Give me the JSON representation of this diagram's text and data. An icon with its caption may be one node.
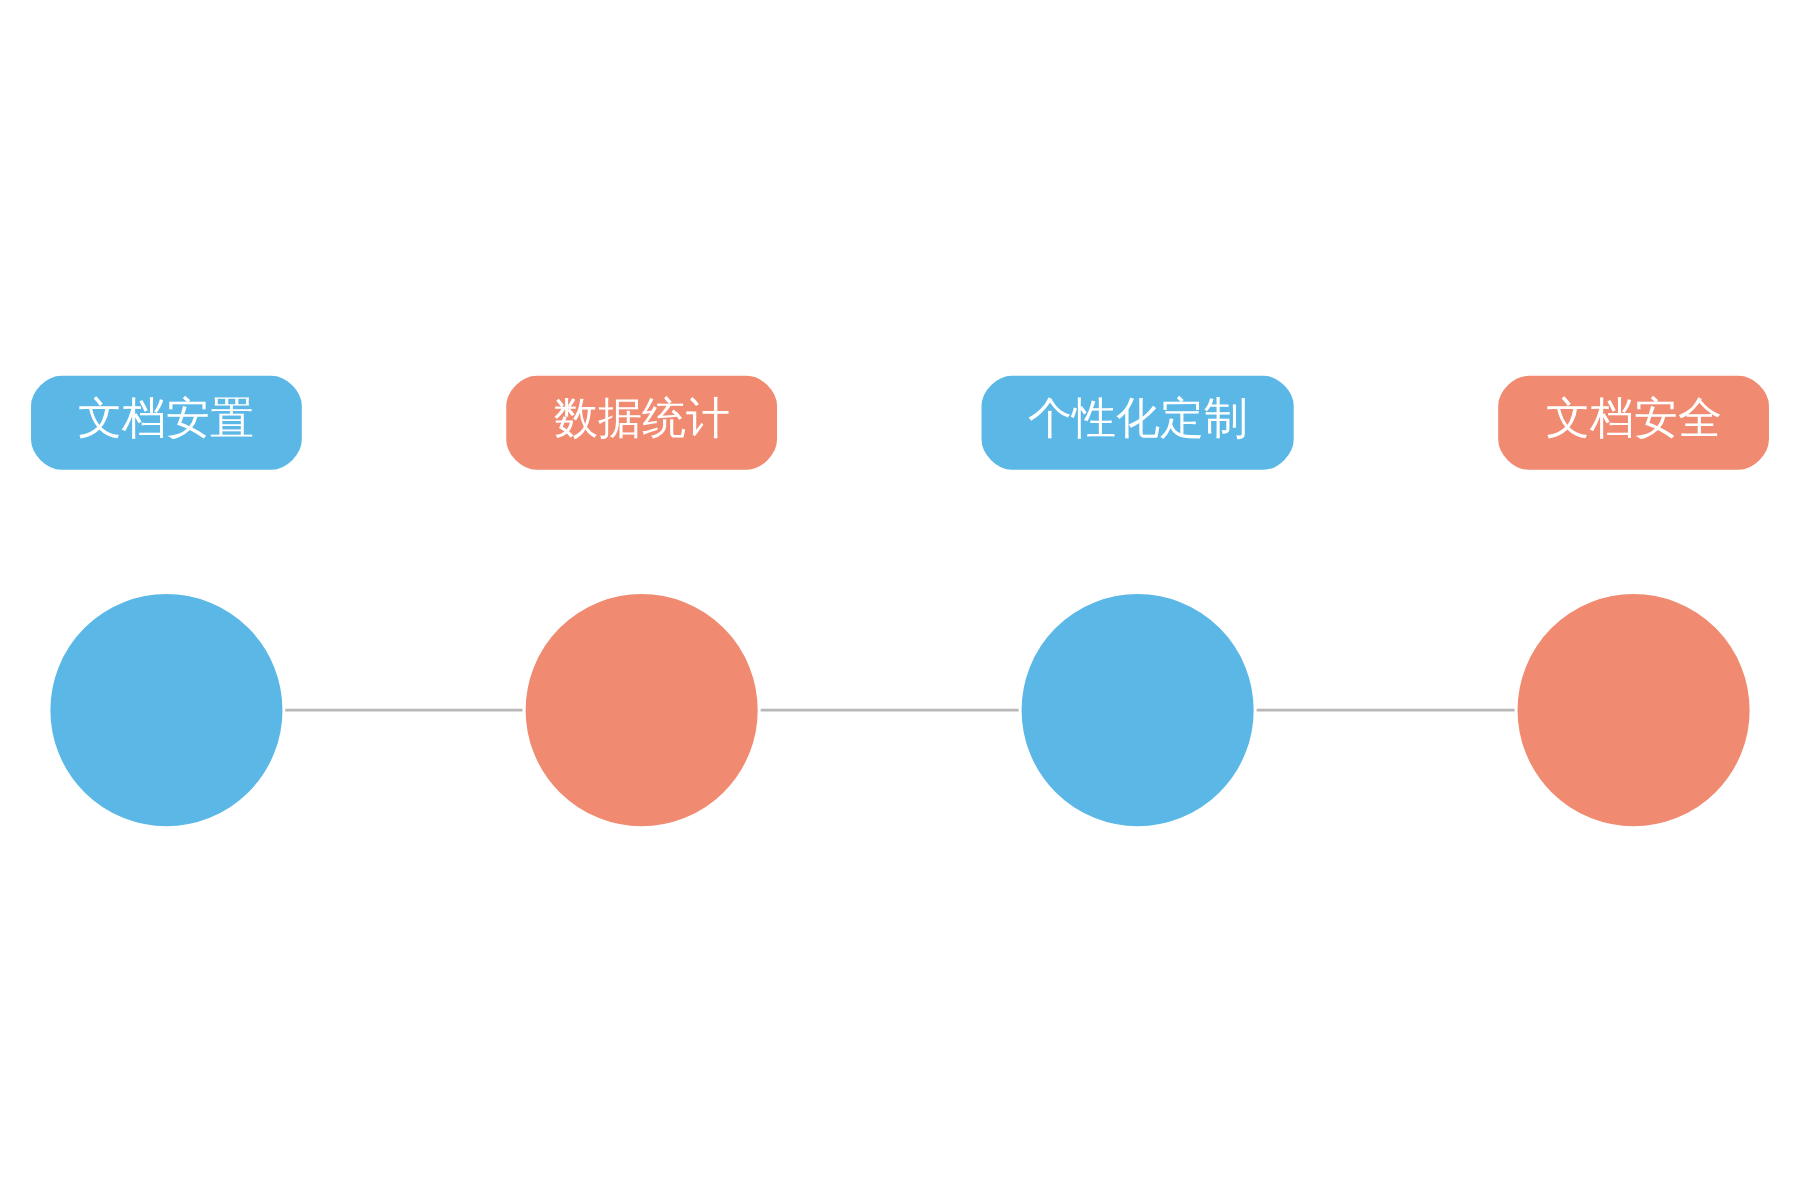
{
  "diagram": {
    "nodes": [
      {
        "text": [],
        "shape": "circle"
      },
      {
        "text": [],
        "shape": "circle"
      },
      {
        "text": [],
        "shape": "circle"
      },
      {
        "text": [],
        "shape": "circle"
      },
      {
        "text": [
          "数据统计"
        ]
      },
      {
        "text": [
          "文档安全"
        ]
      },
      {
        "text": [
          "文档安置"
        ]
      },
      {
        "text": [
          "个性化定制"
        ]
      }
    ],
    "edges": [
      {
        "from": 0,
        "to": 1,
        "arrow": "none"
      },
      {
        "from": 1,
        "to": 2,
        "arrow": "none"
      },
      {
        "from": 2,
        "to": 3,
        "arrow": "none"
      }
    ]
  }
}
